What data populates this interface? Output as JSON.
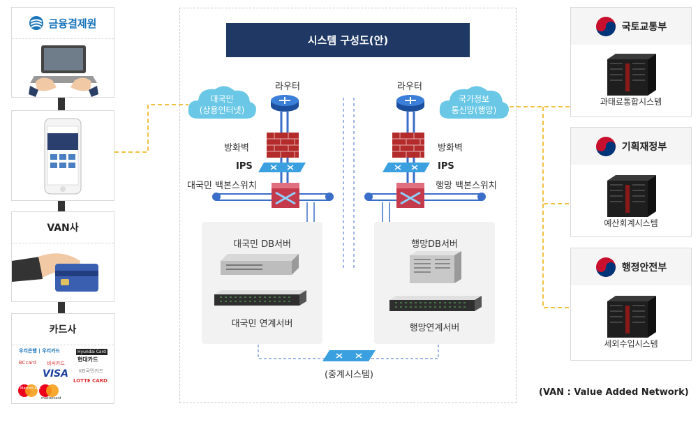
{
  "diagram_title": "시스템 구성도(안)",
  "left": {
    "kftc_label": "금융결제원",
    "van_label": "VAN사",
    "card_company_label": "카드사",
    "card_logos": [
      "우리은행 | 우리카드",
      "BCcard",
      "비씨카드",
      "VISA",
      "Hyundai Card",
      "현대카드",
      "KB국민카드",
      "LOTTE CARD",
      "MasterCard",
      "mastercard"
    ]
  },
  "center": {
    "router_left": "라우터",
    "router_right": "라우터",
    "cloud_left": [
      "대국민",
      "(상용인터넷)"
    ],
    "cloud_right": [
      "국가정보",
      "통신망(행망)"
    ],
    "firewall_left": "방화벽",
    "firewall_right": "방화벽",
    "ips_left": "IPS",
    "ips_right": "IPS",
    "switch_left": "대국민 백본스위치",
    "switch_right": "행망 백본스위치",
    "db_left": "대국민 DB서버",
    "link_left": "대국민 연계서버",
    "db_right": "행망DB서버",
    "link_right": "행망연계서버",
    "relay": "(중계시스템)"
  },
  "ministries": [
    {
      "name": "국토교통부",
      "system": "과태료통합시스템"
    },
    {
      "name": "기획재정부",
      "system": "예산회계시스템"
    },
    {
      "name": "행정안전부",
      "system": "세외수입시스템"
    }
  ],
  "footnote": "(VAN : Value Added Network)",
  "colors": {
    "title_bg": "#1f3864",
    "cloud": "#6ac8e6",
    "dashed_link": "#f0c040",
    "backbone_line": "#3b6ec9",
    "firewall": "#b32b2b",
    "router": "#2f6fcf"
  }
}
